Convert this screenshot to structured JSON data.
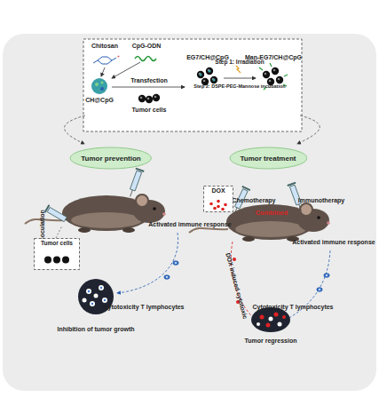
{
  "diagram": {
    "nodes": [
      {
        "text": [
          "Tumor prevention"
        ]
      },
      {
        "text": [
          "Tumor treatment"
        ]
      },
      {
        "text": [
          "Tumor cells"
        ]
      },
      {
        "text": [
          "DOX"
        ]
      }
    ],
    "labels": [
      "Chitosan",
      "CpG-ODN",
      "CH@CpG",
      "Transfection",
      "Tumor cells",
      "EG7/CH@CpG",
      "Step 1: Irradiation",
      "Step 2: DSPE-PEG-Mannose incubation",
      "Man-EG7/CH@CpG",
      "Inoculation",
      "Activated immune response",
      "Cytotoxicity T lymphocytes",
      "Inhibition of tumor growth",
      "Chemotherapy",
      "Combined",
      "Immunotherapy",
      "DOX induced cytotoxic",
      "Activated immune response",
      "Cytotoxicity T lymphocytes",
      "Tumor regression"
    ]
  }
}
